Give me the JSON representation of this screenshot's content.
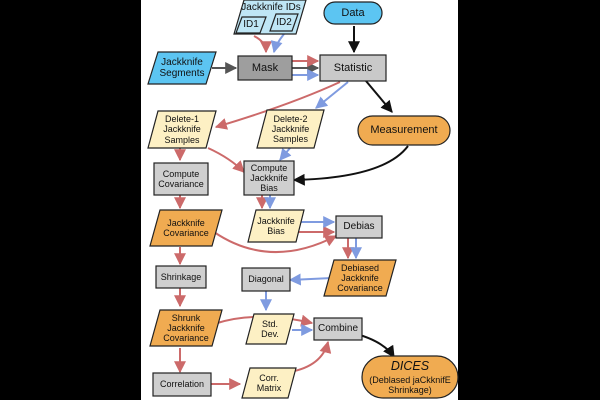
{
  "nodes": {
    "jackknife_ids": "Jackknife IDs",
    "id1": "ID1",
    "id2": "ID2",
    "data": "Data",
    "jackknife_segments": "Jackknife\nSegments",
    "mask": "Mask",
    "statistic": "Statistic",
    "measurement": "Measurement",
    "delete_1_samples": "Delete-1\nJackknife\nSamples",
    "delete_2_samples": "Delete-2\nJackknife\nSamples",
    "compute_covariance": "Compute\nCovariance",
    "compute_jackknife_bias": "Compute\nJackknife\nBias",
    "jackknife_covariance": "Jackknife\nCovariance",
    "jackknife_bias": "Jackknife\nBias",
    "debias": "Debias",
    "debiased_jackknife_covariance": "Debiased\nJackknife\nCovariance",
    "shrinkage": "Shrinkage",
    "diagonal": "Diagonal",
    "shrunk_jackknife_covariance": "Shrunk\nJackknife\nCovariance",
    "std_dev": "Std.\nDev.",
    "combine": "Combine",
    "correlation": "Correlation",
    "corr_matrix": "Corr.\nMatrix",
    "dices_title": "DICES",
    "dices_subtitle": "(Deblased jaCkknifE\nShrinkage)"
  },
  "colors": {
    "background": "#000000",
    "panel": "#ffffff",
    "input_blue": "#5cc5f2",
    "light_blue": "#bfe6f5",
    "process_gray": "#cfcfcf",
    "mask_gray": "#9e9e9e",
    "output_orange": "#f0ab51",
    "intermediate_cream": "#fdf0c4",
    "arrow_red": "#cc6a6a",
    "arrow_blue": "#7f9be0",
    "arrow_black": "#111111"
  }
}
